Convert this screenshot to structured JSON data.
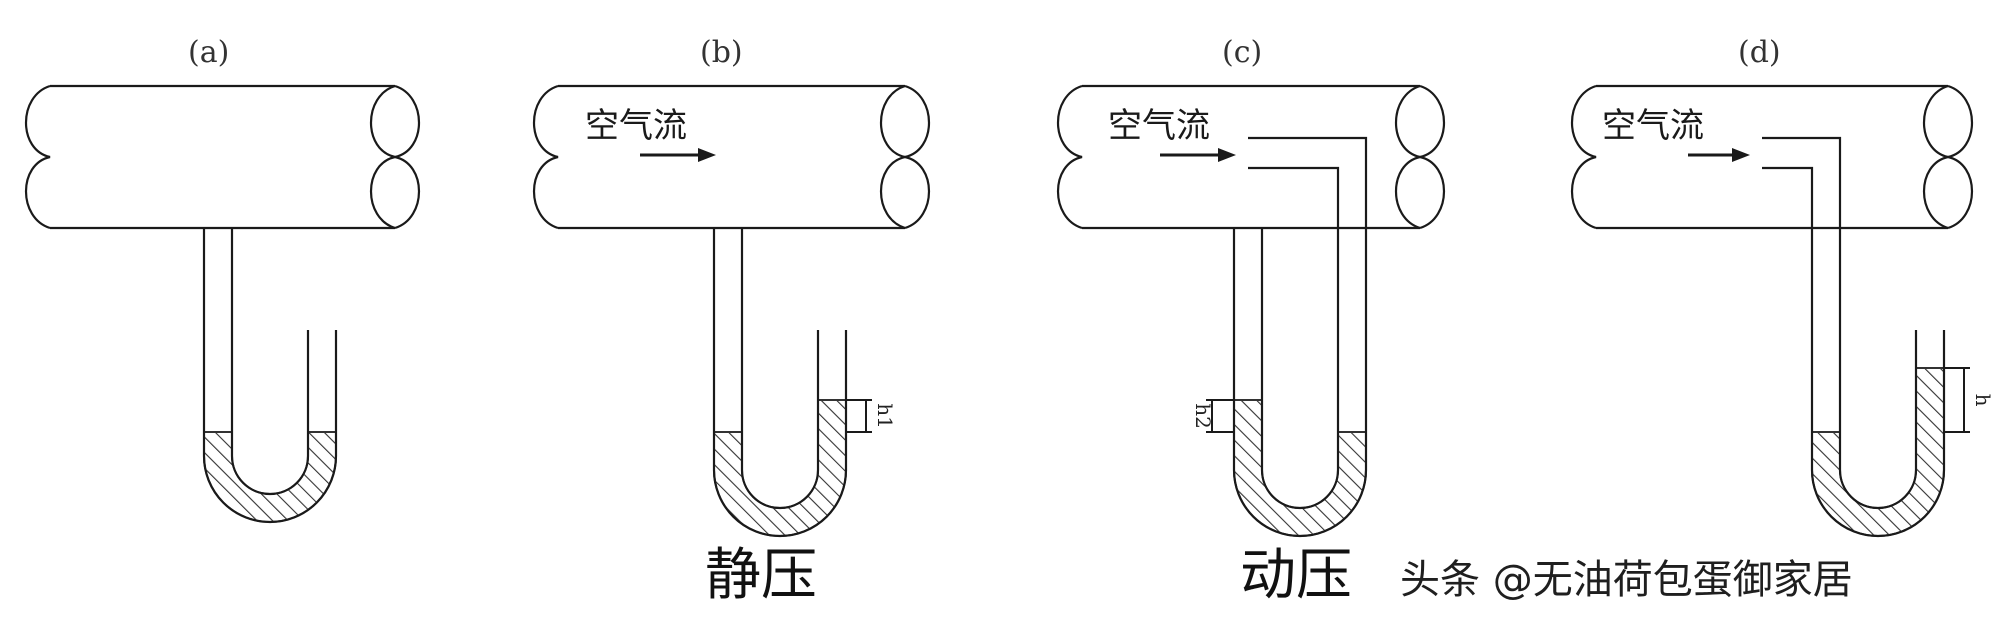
{
  "diagram": {
    "panels": [
      {
        "id": "a",
        "label": "(a)",
        "airflow_label": ""
      },
      {
        "id": "b",
        "label": "(b)",
        "airflow_label": "空气流",
        "height_label": "h1"
      },
      {
        "id": "c",
        "label": "(c)",
        "airflow_label": "空气流",
        "height_label": "h2"
      },
      {
        "id": "d",
        "label": "(d)",
        "airflow_label": "空气流",
        "height_label": "h"
      }
    ],
    "captions": {
      "static": "静压",
      "dynamic": "动压"
    },
    "watermark": "头条 @无油荷包蛋御家居"
  },
  "colors": {
    "line": "#1a1a1a",
    "hatch": "#333333",
    "background": "#ffffff"
  }
}
